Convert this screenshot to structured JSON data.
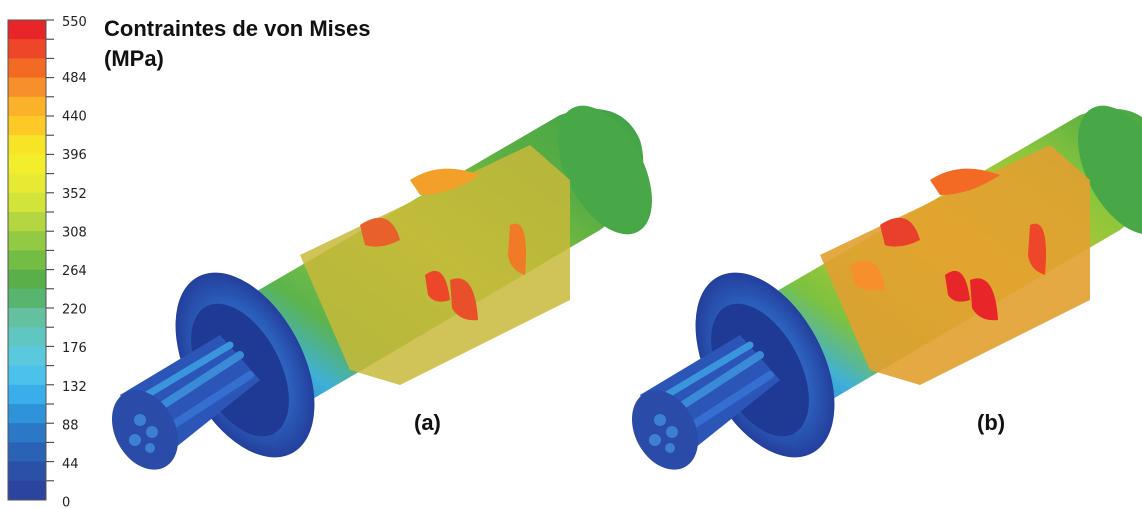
{
  "title": {
    "line1": "Contraintes de von Mises",
    "line2": "(MPa)"
  },
  "legend": {
    "ticks": [
      "550",
      "484",
      "440",
      "396",
      "352",
      "308",
      "264",
      "220",
      "176",
      "132",
      "88",
      "44",
      "0"
    ],
    "colors_top_to_bottom": [
      "#e8262a",
      "#ee4628",
      "#f26a24",
      "#f7902a",
      "#fbb12a",
      "#fcc926",
      "#f8e426",
      "#f2ee2c",
      "#e6ea32",
      "#d2e33a",
      "#b3d641",
      "#93ca44",
      "#74bd45",
      "#5aaf4a",
      "#58b56f",
      "#64c1a0",
      "#5fc6c2",
      "#5ac9de",
      "#4cc2ea",
      "#3aaeea",
      "#2f93da",
      "#2b78c6",
      "#2a62b6",
      "#2a50a8",
      "#2a44a0"
    ]
  },
  "cases": [
    {
      "label": "(a)",
      "variant": "lower-stress"
    },
    {
      "label": "(b)",
      "variant": "higher-stress"
    }
  ]
}
